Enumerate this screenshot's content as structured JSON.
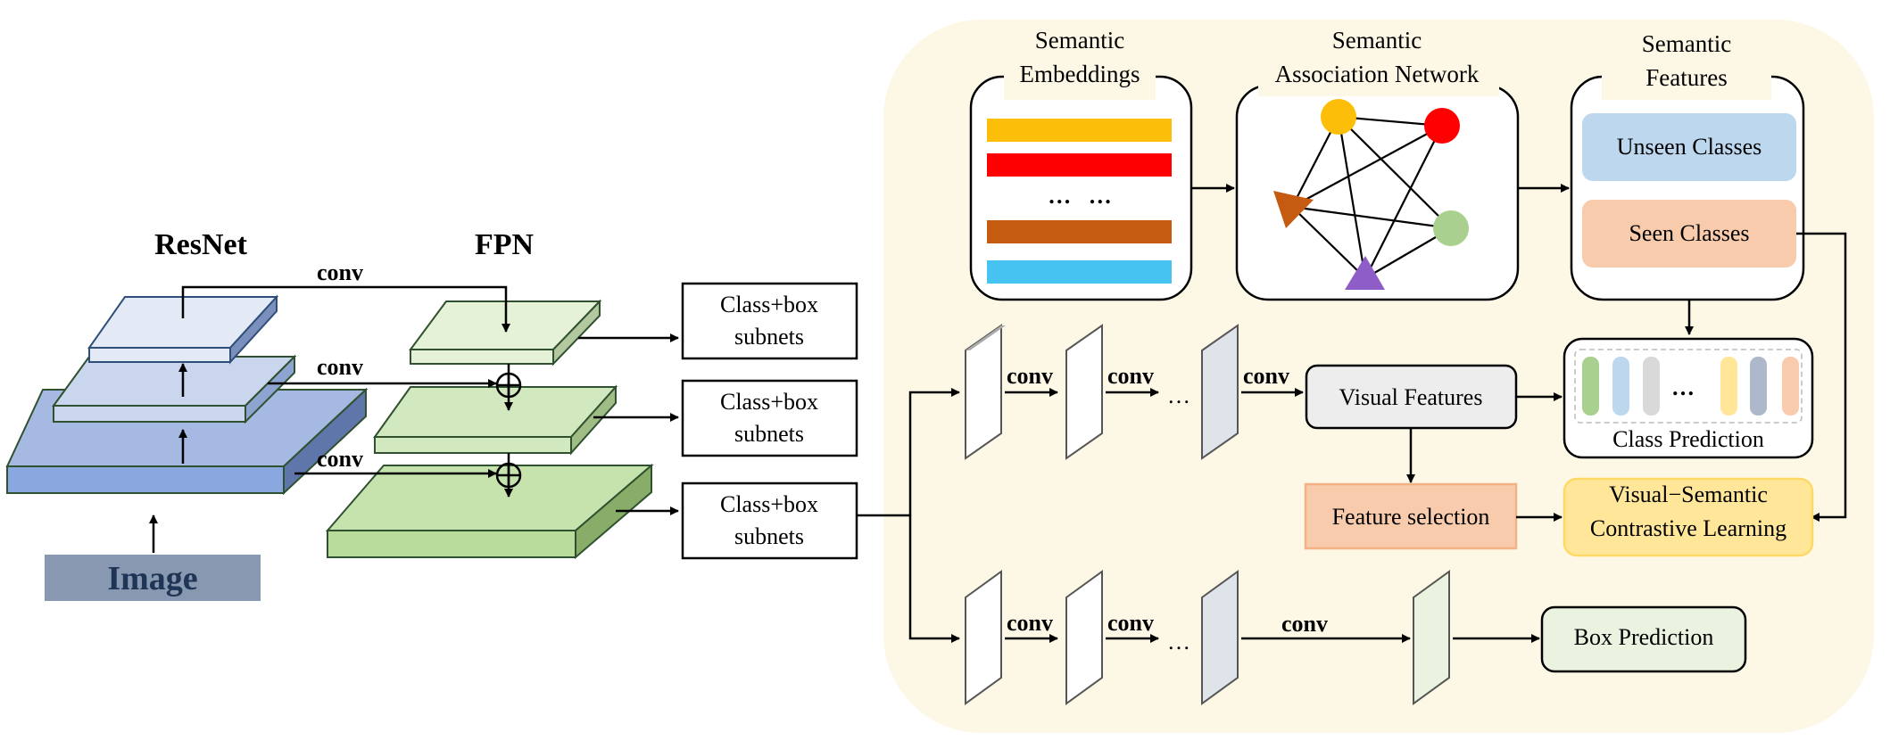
{
  "backbone": {
    "resnet_title": "ResNet",
    "fpn_title": "FPN",
    "image_label": "Image",
    "conv_labels": [
      "conv",
      "conv",
      "conv"
    ],
    "subnet_labels": [
      [
        "Class+box",
        "subnets"
      ],
      [
        "Class+box",
        "subnets"
      ],
      [
        "Class+box",
        "subnets"
      ]
    ]
  },
  "semantic": {
    "embeddings_title": [
      "Semantic",
      "Embeddings"
    ],
    "embeddings_dots": "…   …",
    "association_title": [
      "Semantic",
      "Association Network"
    ],
    "features_title": [
      "Semantic",
      "Features"
    ],
    "unseen": "Unseen Classes",
    "seen": "Seen Classes"
  },
  "heads": {
    "cls_conv_labels": [
      "conv",
      "conv",
      "conv"
    ],
    "box_conv_labels": [
      "conv",
      "conv",
      "conv"
    ],
    "ellipsis": "…",
    "visual_features": "Visual Features",
    "feature_selection": "Feature selection",
    "class_prediction": "Class Prediction",
    "class_pred_dots": "…",
    "contrastive": [
      "Visual−Semantic",
      "Contrastive Learning"
    ],
    "box_prediction": "Box Prediction"
  },
  "colors": {
    "panel_bg": "#fdf8e6",
    "resnet_top": [
      "#e3eaf6",
      "#c9d6ee",
      "#a5b9e2"
    ],
    "resnet_side": [
      "#7a8fbb",
      "#8ea4d0",
      "#5f76aa"
    ],
    "fpn_top": [
      "#e6f2d8",
      "#d2e8bf",
      "#b9dc9c"
    ],
    "fpn_side": [
      "#b4c8a0",
      "#9fbd84",
      "#88ad68"
    ],
    "image_box": "#8798b0",
    "embedding_bars": [
      "#fdbe09",
      "#ff0000",
      "#c55a11",
      "#47c3f1"
    ],
    "nodes": [
      "#fdbe09",
      "#ff0000",
      "#c55a11",
      "#a9d08e",
      "#8e5dc7"
    ],
    "unseen_bg": "#bdd7ee",
    "seen_bg": "#f8cbad",
    "visual_features_bg": "#ededed",
    "feature_selection_bg": "#f8cbad",
    "contrastive_bg": "#ffe699",
    "box_prediction_bg": "#e9f3df",
    "class_pred_pills": [
      "#a9d08e",
      "#bdd7ee",
      "#d9d9d9",
      "#ffe699",
      "#adb9ca",
      "#f8cbad"
    ]
  }
}
